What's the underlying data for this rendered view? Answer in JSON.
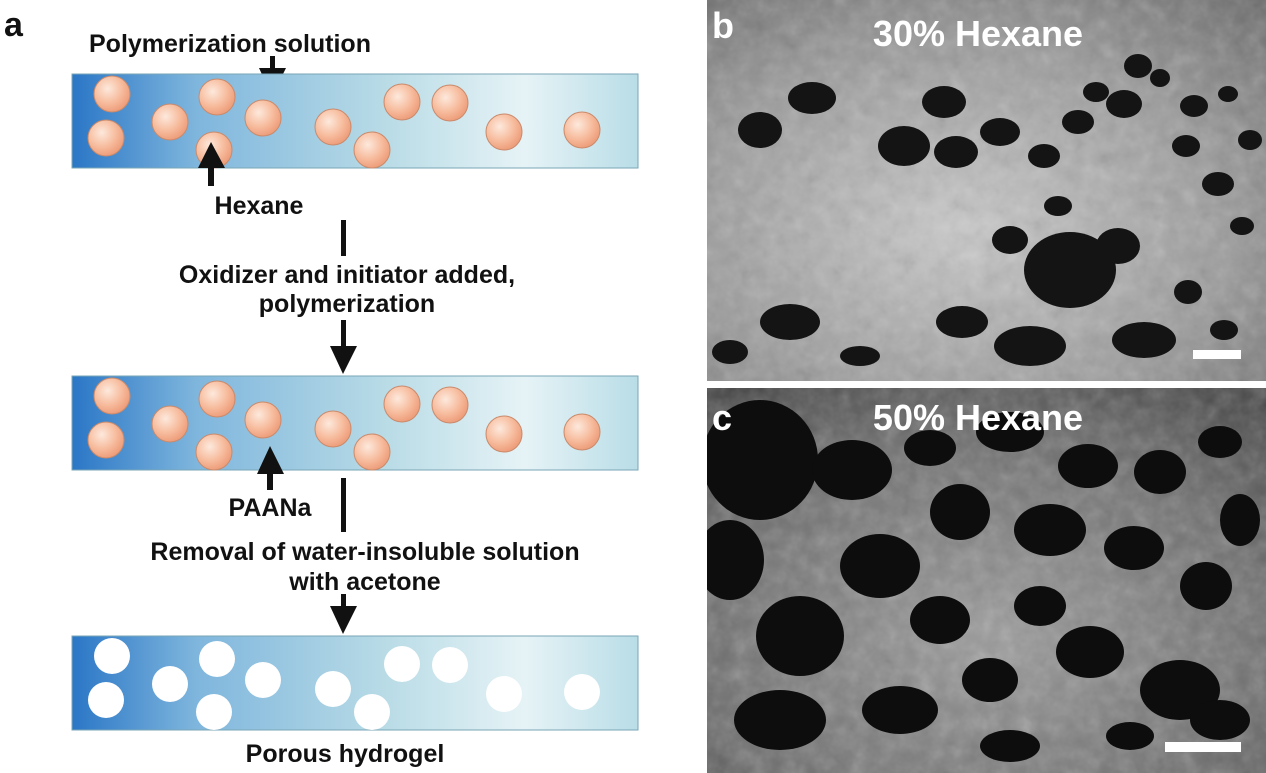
{
  "panel_a": {
    "letter": "a",
    "top_label": "Polymerization solution",
    "hexane_label": "Hexane",
    "step1_line1": "Oxidizer and initiator added,",
    "step1_line2": "polymerization",
    "paana_label": "PAANa",
    "step2_line1": "Removal of water-insoluble solution",
    "step2_line2": "with acetone",
    "bottom_label": "Porous hydrogel"
  },
  "panel_b": {
    "letter": "b",
    "title": "30% Hexane"
  },
  "panel_c": {
    "letter": "c",
    "title": "50% Hexane"
  },
  "colors": {
    "bar_dark": "#2a76c6",
    "bar_light": "#e8f4f8",
    "droplet": "#f6b999",
    "droplet_highlight": "#fde6d8",
    "pore": "#ffffff",
    "sem_base": "#8a8a8a",
    "sem_dark": "#1a1a1a"
  }
}
